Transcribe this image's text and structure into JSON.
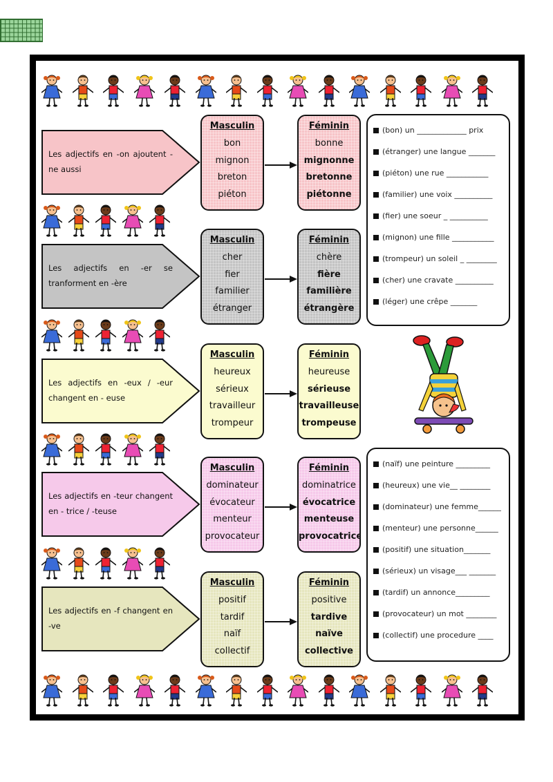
{
  "rules": [
    {
      "text": "Les adjectifs en -on ajoutent -ne aussi",
      "masc_title": "Masculin",
      "fem_title": "Féminin",
      "masc": [
        "bon",
        "mignon",
        "breton",
        "piéton"
      ],
      "fem": [
        "bonne",
        "mignonne",
        "bretonne",
        "piétonne"
      ]
    },
    {
      "text": "Les adjectifs en -er se tranforment en -ère",
      "masc_title": "Masculin",
      "fem_title": "Féminin",
      "masc": [
        "cher",
        "fier",
        "familier",
        "étranger"
      ],
      "fem": [
        "chère",
        "fière",
        "familière",
        "étrangère"
      ]
    },
    {
      "text": "Les adjectifs en -eux / -eur changent en - euse",
      "masc_title": "Masculin",
      "fem_title": "Féminin",
      "masc": [
        "heureux",
        "sérieux",
        "travailleur",
        "trompeur"
      ],
      "fem": [
        "heureuse",
        "sérieuse",
        "travailleuse",
        "trompeuse"
      ]
    },
    {
      "text": "Les adjectifs en -teur changent en - trice / -teuse",
      "masc_title": "Masculin",
      "fem_title": "Féminin",
      "masc": [
        "dominateur",
        "évocateur",
        "menteur",
        "provocateur"
      ],
      "fem": [
        "dominatrice",
        "évocatrice",
        "menteuse",
        "provocatrice"
      ]
    },
    {
      "text": "Les adjectifs en -f changent en -ve",
      "masc_title": "Masculin",
      "fem_title": "Féminin",
      "masc": [
        "positif",
        "tardif",
        "naïf",
        "collectif"
      ],
      "fem": [
        "positive",
        "tardive",
        "naïve",
        "collective"
      ]
    }
  ],
  "exercise1": [
    "(bon) un _____________ prix",
    "(étranger) une langue _______",
    "(piéton) une rue ___________",
    "(familier) une voix __________",
    "(fier) une soeur _ __________",
    "(mignon) une fille ___________",
    "(trompeur) un soleil _ ________",
    "(cher) une cravate __________",
    "(léger) une crêpe _______"
  ],
  "exercise2": [
    "(naïf) une peinture _________",
    "(heureux) une vie__ ________",
    "(dominateur) une femme______",
    "(menteur) une personne______",
    "(positif) une situation_______",
    "(sérieux) un visage___ _______",
    "(tardif) un  annonce_________",
    "(provocateur) un mot ________",
    "(collectif) une procedure ____"
  ],
  "icons": {
    "bullet": "square-bullet-icon",
    "kids": "children-holding-hands-icon",
    "skater": "skateboard-boy-icon"
  },
  "colors": {
    "red": "#f7c4c8",
    "grey": "#c4c4c4",
    "yellow": "#fbfbcf",
    "pink": "#f6c9ea",
    "olive": "#e6e6be"
  }
}
